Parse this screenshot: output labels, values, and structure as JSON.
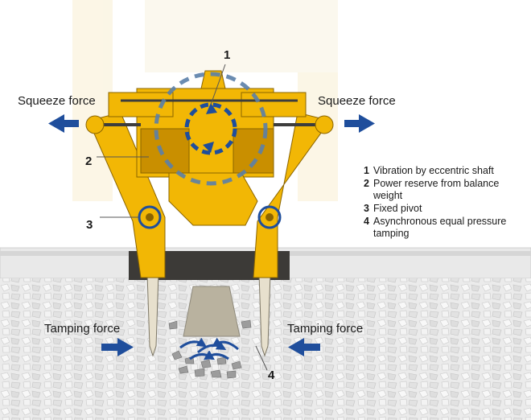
{
  "forces": {
    "squeeze_left": "Squeeze force",
    "squeeze_right": "Squeeze force",
    "tamping_left": "Tamping force",
    "tamping_right": "Tamping force"
  },
  "callouts": [
    "1",
    "2",
    "3",
    "4"
  ],
  "legend": [
    {
      "num": "1",
      "text": "Vibration by eccentric shaft"
    },
    {
      "num": "2",
      "text": "Power reserve from balance weight"
    },
    {
      "num": "3",
      "text": "Fixed pivot"
    },
    {
      "num": "4",
      "text": "Asynchronous equal pressure tamping"
    }
  ],
  "colors": {
    "machine_yellow": "#f2b705",
    "machine_shadow": "#c98f00",
    "arrow_blue": "#1f4e9c",
    "dashed_circle": "#5b7fa8",
    "rail": "#3c3a37",
    "ballast": "#e6e6e6"
  }
}
